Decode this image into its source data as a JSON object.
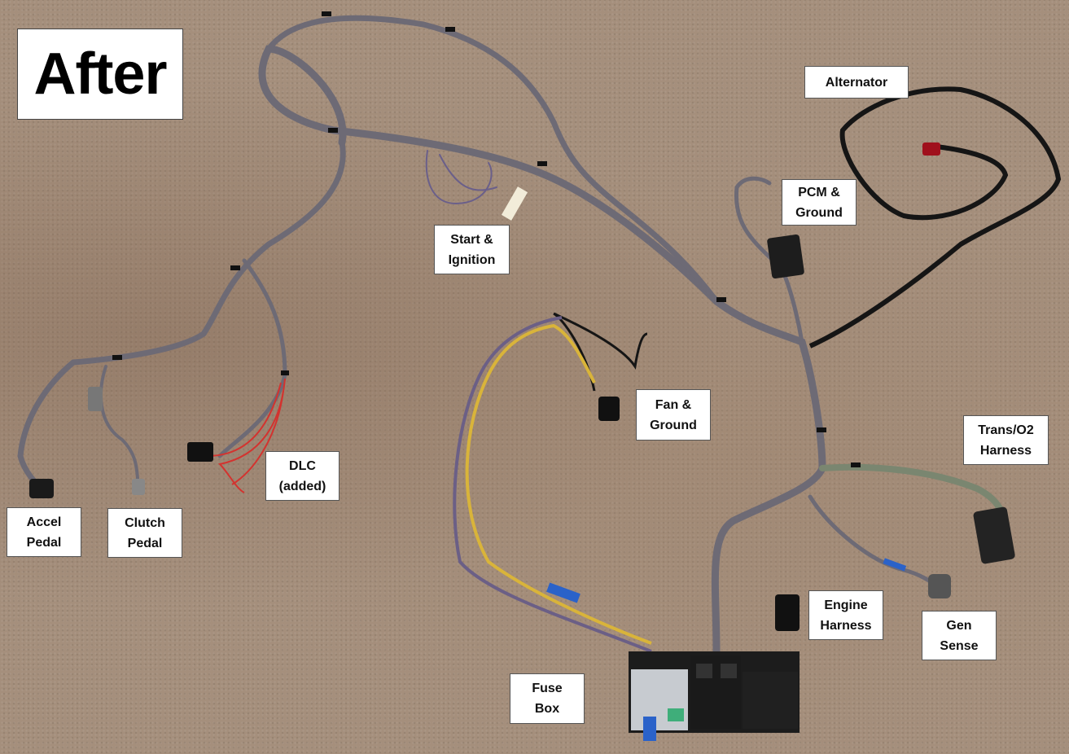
{
  "title": "After",
  "labels": {
    "alternator": "Alternator",
    "pcm_ground": "PCM &\nGround",
    "start_ignition": "Start &\nIgnition",
    "fan_ground": "Fan &\nGround",
    "dlc": "DLC\n(added)",
    "accel_pedal": "Accel\nPedal",
    "clutch_pedal": "Clutch\nPedal",
    "trans_o2": "Trans/O2\nHarness",
    "engine_harness": "Engine\nHarness",
    "gen_sense": "Gen\nSense",
    "fuse_box": "Fuse\nBox"
  },
  "colors": {
    "carpet": "#a58f7c",
    "harness": "#6d6a75",
    "black_wire": "#151515",
    "yellow_wire": "#d9b43a",
    "red_wire": "#d3332f",
    "blue_tape": "#2a62c9"
  }
}
